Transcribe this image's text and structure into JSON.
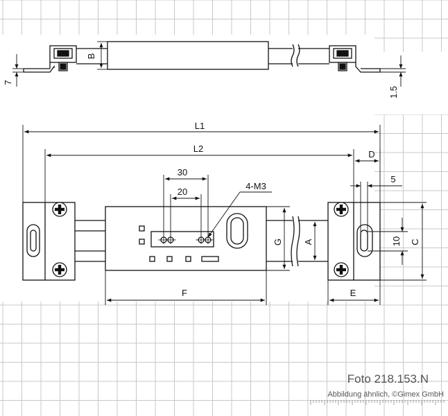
{
  "labels": {
    "l1": "L1",
    "l2": "L2",
    "b": "B",
    "d": "D",
    "e": "E",
    "f": "F",
    "g": "G",
    "a": "A",
    "c": "C",
    "dim_7": "7",
    "dim_1_5": "1.5",
    "dim_30": "30",
    "dim_20": "20",
    "dim_5": "5",
    "dim_10": "10",
    "thread": "4-M3"
  },
  "footer": {
    "photo_id": "Foto 218.153.N",
    "credit": "Abbildung ähnlich, ©Gimex GmbH"
  },
  "colors": {
    "grid": "#c8c8c8",
    "line": "#111111",
    "caption": "#555555"
  },
  "icons": [
    "phillips-screw-icon"
  ]
}
